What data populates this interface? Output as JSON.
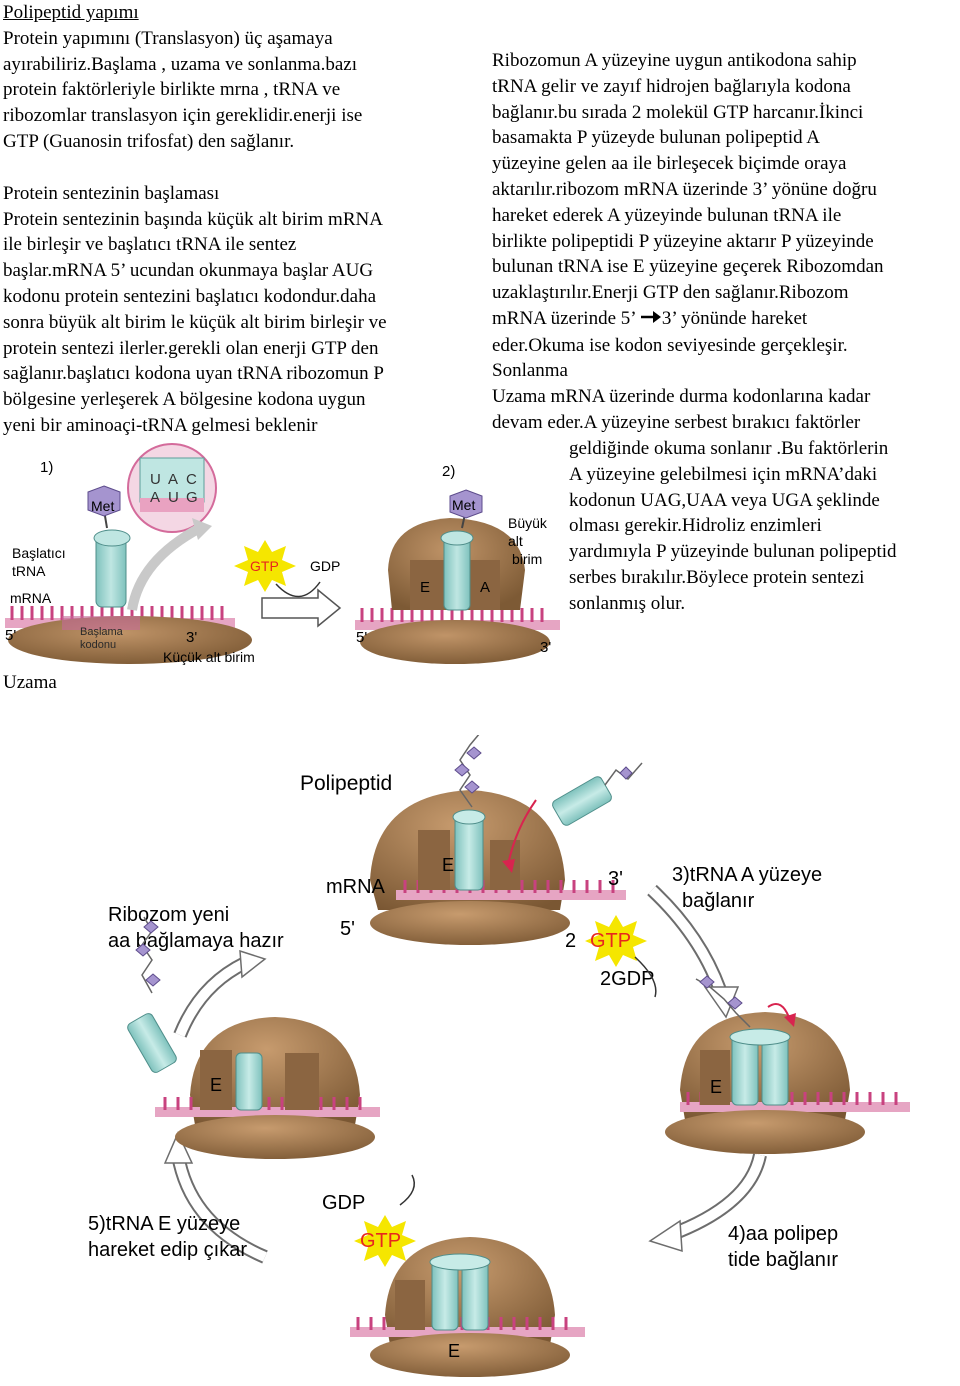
{
  "left_text": {
    "title": "Polipeptid yapımı",
    "intro_lines": [
      "Protein yapımını (Translasyon) üç aşamaya",
      "ayırabiliriz.Başlama , uzama ve sonlanma.bazı",
      "protein faktörleriyle birlikte mrna , tRNA ve",
      "ribozomlar translasyon için gereklidir.enerji ise",
      "GTP (Guanosin trifosfat) den sağlanır."
    ],
    "start_heading": "Protein sentezinin başlaması",
    "start_lines": [
      "Protein sentezinin başında küçük alt birim mRNA",
      "ile birleşir ve başlatıcı tRNA ile sentez",
      "başlar.mRNA 5’ ucundan okunmaya başlar AUG",
      "kodonu protein sentezini başlatıcı kodondur.daha",
      "sonra büyük alt birim le küçük alt birim birleşir ve",
      "protein sentezi ilerler.gerekli olan enerji GTP den",
      "sağlanır.başlatıcı kodona uyan tRNA ribozomun P",
      "bölgesine yerleşerek A bölgesine kodona uygun",
      "yeni bir aminoaçi-tRNA gelmesi beklenir"
    ],
    "uzama_heading": "Uzama"
  },
  "right_text": {
    "lines": [
      "Ribozomun A yüzeyine uygun antikodona sahip",
      "tRNA gelir ve zayıf hidrojen bağlarıyla kodona",
      "bağlanır.bu sırada 2 molekül GTP harcanır.İkinci",
      "basamakta P yüzeyde bulunan polipeptid A",
      "yüzeyine gelen aa ile birleşecek biçimde oraya",
      "aktarılır.ribozom mRNA üzerinde 3’ yönüne doğru",
      "hareket ederek A yüzeyinde bulunan tRNA ile",
      "birlikte polipeptidi P yüzeyine aktarır P yüzeyinde",
      "bulunan tRNA ise E yüzeyine geçerek Ribozomdan",
      "uzaklaştırılır.Enerji GTP den sağlanır.Ribozom",
      "mRNA üzerinde 5’",
      "3’ yönünde hareket",
      "eder.Okuma ise kodon seviyesinde gerçekleşir.",
      "Sonlanma",
      "Uzama mRNA üzerinde durma kodonlarına kadar",
      "devam eder.A yüzeyine serbest bırakıcı faktörler"
    ],
    "indent_lines": [
      "geldiğinde okuma sonlanır .Bu faktörlerin",
      "A yüzeyine gelebilmesi için mRNA’daki",
      "kodonun UAG,UAA veya UGA şeklinde",
      "olması gerekir.Hidroliz enzimleri",
      "yardımıyla P yüzeyinde bulunan polipeptid",
      "serbes bırakılır.Böylece protein sentezi",
      "sonlanmış olur."
    ]
  },
  "initiation_figure": {
    "step1": "1)",
    "step2": "2)",
    "met": "Met",
    "met2": "Met",
    "codon_top": [
      "U",
      "A",
      "C"
    ],
    "codon_bottom": [
      "A",
      "U",
      "G"
    ],
    "label_initiator_1": "Başlatıcı",
    "label_initiator_2": "tRNA",
    "label_mrna": "mRNA",
    "five_prime": "5'",
    "three_prime": "3'",
    "start_codon_1": "Başlama",
    "start_codon_2": "kodonu",
    "small_subunit": "Küçük alt birim",
    "gtp": "GTP",
    "gdp": "GDP",
    "site_e": "E",
    "site_a": "A",
    "large_1": "Büyük",
    "large_2": "alt",
    "large_3": "birim",
    "five_prime_2": "5'",
    "three_prime_2": "3'"
  },
  "elongation_figure": {
    "polipeptid": "Polipeptid",
    "mrna": "mRNA",
    "five_prime": "5'",
    "three_prime": "3'",
    "ready_1": "Ribozom yeni",
    "ready_2": "aa bağlamaya hazır",
    "step3_1": "3)tRNA A yüzeye",
    "step3_2": "bağlanır",
    "two_gtp_num": "2",
    "gtp": "GTP",
    "two_gdp": "2GDP",
    "step4_1": "4)aa polipep",
    "step4_2": "tide bağlanır",
    "step5_1": "5)tRNA E yüzeye",
    "step5_2": "hareket edip çıkar",
    "gdp": "GDP",
    "gtp2": "GTP",
    "site_e": "E"
  },
  "colors": {
    "ribosome": "#a67c52",
    "ribosome_dark": "#7b5a36",
    "trna": "#9fd3cf",
    "mrna": "#d8649a",
    "peptide": "#8c7ab8",
    "gtp_star": "#f5e600",
    "gtp_text": "#e8271e"
  }
}
